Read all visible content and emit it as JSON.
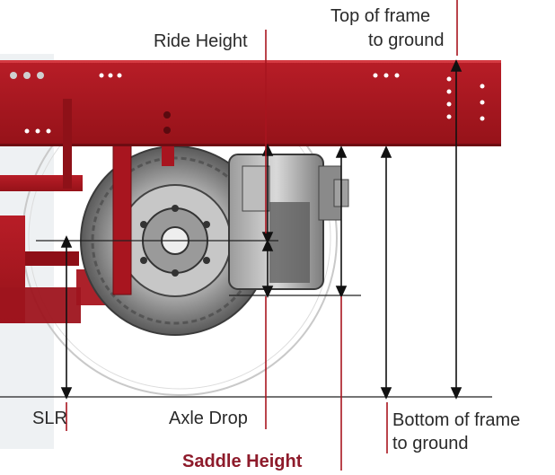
{
  "colors": {
    "frame": "#a8151f",
    "frame_dark": "#7e0f16",
    "leader_line": "#a8151f",
    "dimension_line": "#111111",
    "label_text": "#2a2a2a",
    "highlight_text": "#8e1b2b"
  },
  "labels": {
    "top_of_frame_line1": "Top of frame",
    "top_of_frame_line2": "to ground",
    "ride_height": "Ride Height",
    "slr": "SLR",
    "axle_drop": "Axle Drop",
    "bottom_of_frame_line1": "Bottom of frame",
    "bottom_of_frame_line2": "to ground",
    "saddle_height": "Saddle Height"
  }
}
